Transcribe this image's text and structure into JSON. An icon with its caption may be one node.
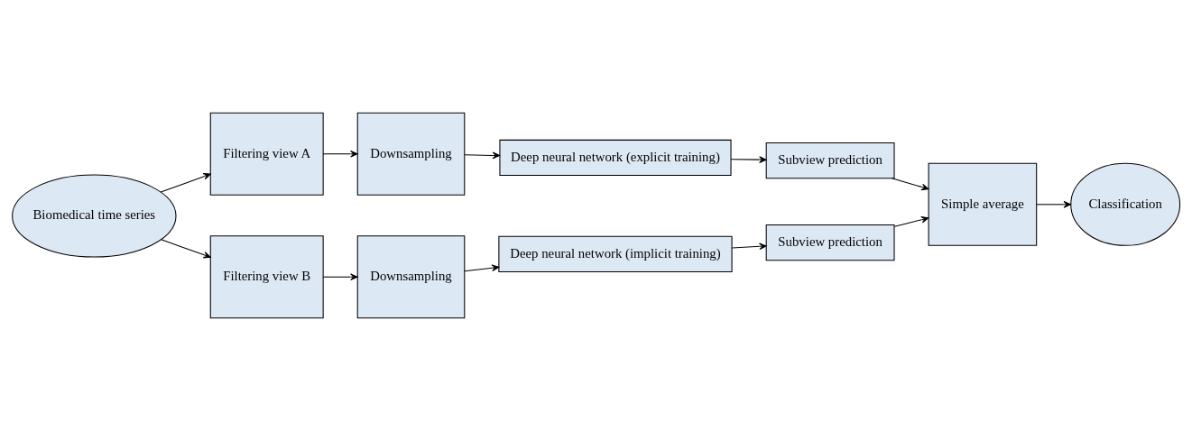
{
  "diagram": {
    "nodes": [
      {
        "text": [
          "Biomedical time series"
        ]
      },
      {
        "text": [
          "Filtering view A"
        ]
      },
      {
        "text": [
          "Downsampling"
        ]
      },
      {
        "text": [
          "Deep neural network (explicit training)"
        ]
      },
      {
        "text": [
          "Subview prediction"
        ]
      },
      {
        "text": [
          "Filtering view B"
        ]
      },
      {
        "text": [
          "Downsampling"
        ]
      },
      {
        "text": [
          "Deep neural network (implicit training)"
        ]
      },
      {
        "text": [
          "Subview prediction"
        ]
      },
      {
        "text": [
          "Simple average"
        ]
      },
      {
        "text": [
          "Classification"
        ]
      }
    ],
    "edges": [
      {
        "from": 0,
        "to": 1,
        "arrow": "to"
      },
      {
        "from": 0,
        "to": 5,
        "arrow": "to"
      },
      {
        "from": 1,
        "to": 2,
        "arrow": "to"
      },
      {
        "from": 2,
        "to": 3,
        "arrow": "to"
      },
      {
        "from": 3,
        "to": 4,
        "arrow": "to"
      },
      {
        "from": 4,
        "to": 9,
        "arrow": "to"
      },
      {
        "from": 5,
        "to": 6,
        "arrow": "to"
      },
      {
        "from": 6,
        "to": 7,
        "arrow": "to"
      },
      {
        "from": 7,
        "to": 8,
        "arrow": "to"
      },
      {
        "from": 8,
        "to": 9,
        "arrow": "to"
      },
      {
        "from": 9,
        "to": 10,
        "arrow": "to"
      }
    ]
  }
}
